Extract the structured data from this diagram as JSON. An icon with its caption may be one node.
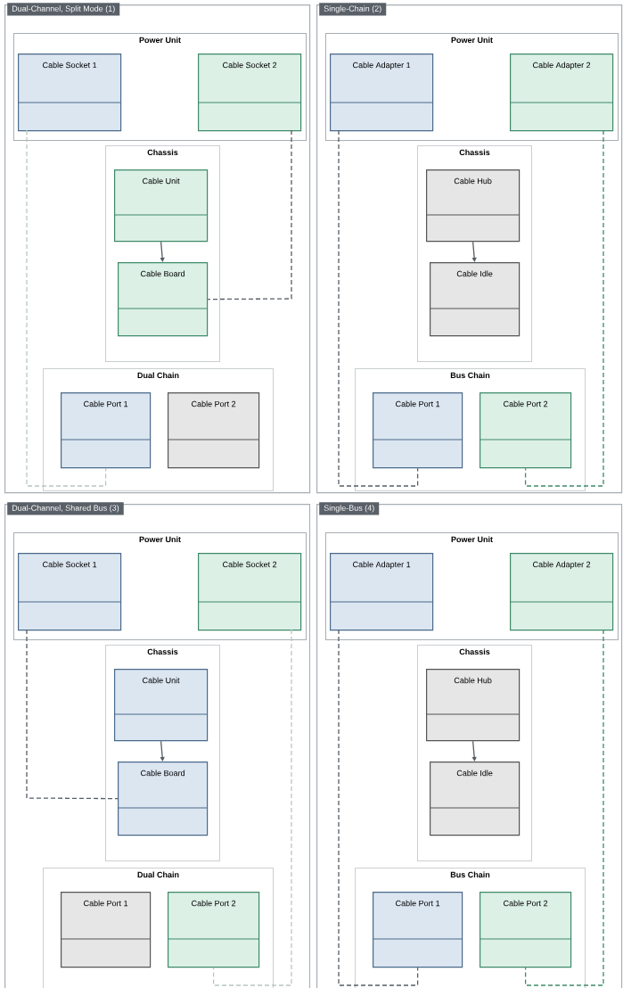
{
  "diagram": {
    "nodes": [
      {
        "text": [
          "Dual-Channel, Split Mode (1)"
        ]
      },
      {
        "text": [
          "Power Unit"
        ],
        "in": 0
      },
      {
        "text": [
          "Cable Socket 1"
        ],
        "in": 1
      },
      {
        "text": [
          "Cable Socket 2"
        ],
        "in": 1
      },
      {
        "text": [
          "Chassis"
        ],
        "in": 0
      },
      {
        "text": [
          "Cable Unit"
        ],
        "in": 4
      },
      {
        "text": [
          "Cable Board"
        ],
        "in": 4
      },
      {
        "text": [
          "Dual Chain"
        ],
        "in": 0
      },
      {
        "text": [
          "Cable Port 1"
        ],
        "in": 7
      },
      {
        "text": [
          "Cable Port 2"
        ],
        "in": 7
      },
      {
        "text": [
          "Single-Chain (2)"
        ]
      },
      {
        "text": [
          "Power Unit"
        ],
        "in": 10
      },
      {
        "text": [
          "Cable Adapter 1"
        ],
        "in": 11
      },
      {
        "text": [
          "Cable Adapter 2"
        ],
        "in": 11
      },
      {
        "text": [
          "Chassis"
        ],
        "in": 10
      },
      {
        "text": [
          "Cable Hub"
        ],
        "in": 14
      },
      {
        "text": [
          "Cable Idle"
        ],
        "in": 14
      },
      {
        "text": [
          "Bus Chain"
        ],
        "in": 10
      },
      {
        "text": [
          "Cable Port 1"
        ],
        "in": 17
      },
      {
        "text": [
          "Cable Port 2"
        ],
        "in": 17
      },
      {
        "text": [
          "Dual-Channel, Shared Bus (3)"
        ]
      },
      {
        "text": [
          "Power Unit"
        ],
        "in": 20
      },
      {
        "text": [
          "Cable Socket 1"
        ],
        "in": 21
      },
      {
        "text": [
          "Cable Socket 2"
        ],
        "in": 21
      },
      {
        "text": [
          "Chassis"
        ],
        "in": 20
      },
      {
        "text": [
          "Cable Unit"
        ],
        "in": 24
      },
      {
        "text": [
          "Cable Board"
        ],
        "in": 24
      },
      {
        "text": [
          "Dual Chain"
        ],
        "in": 20
      },
      {
        "text": [
          "Cable Port 1"
        ],
        "in": 27
      },
      {
        "text": [
          "Cable Port 2"
        ],
        "in": 27
      },
      {
        "text": [
          "Single-Bus (4)"
        ]
      },
      {
        "text": [
          "Power Unit"
        ],
        "in": 30
      },
      {
        "text": [
          "Cable Adapter 1"
        ],
        "in": 31
      },
      {
        "text": [
          "Cable Adapter 2"
        ],
        "in": 31
      },
      {
        "text": [
          "Chassis"
        ],
        "in": 30
      },
      {
        "text": [
          "Cable Hub"
        ],
        "in": 34
      },
      {
        "text": [
          "Cable Idle"
        ],
        "in": 34
      },
      {
        "text": [
          "Bus Chain"
        ],
        "in": 30
      },
      {
        "text": [
          "Cable Port 1"
        ],
        "in": 37
      },
      {
        "text": [
          "Cable Port 2"
        ],
        "in": 37
      }
    ],
    "edges": [
      {
        "from": 5,
        "to": 6,
        "arrow": "to"
      },
      {
        "from": 3,
        "to": 6,
        "arrow": "none",
        "style": "dashed"
      },
      {
        "from": 2,
        "to": 8,
        "arrow": "none",
        "style": "dashed",
        "color": "#b8c8bf"
      },
      {
        "from": 15,
        "to": 16,
        "arrow": "to"
      },
      {
        "from": 12,
        "to": 18,
        "arrow": "none",
        "style": "dashed"
      },
      {
        "from": 13,
        "to": 19,
        "arrow": "none",
        "style": "dashed",
        "color": "#3f8a6a"
      },
      {
        "from": 25,
        "to": 26,
        "arrow": "to"
      },
      {
        "from": 22,
        "to": 26,
        "arrow": "none",
        "style": "dashed"
      },
      {
        "from": 23,
        "to": 29,
        "arrow": "none",
        "style": "dashed",
        "color": "#b8c8bf"
      },
      {
        "from": 35,
        "to": 36,
        "arrow": "to"
      },
      {
        "from": 32,
        "to": 38,
        "arrow": "none",
        "style": "dashed"
      },
      {
        "from": 33,
        "to": 39,
        "arrow": "none",
        "style": "dashed",
        "color": "#3f8a6a"
      }
    ]
  }
}
